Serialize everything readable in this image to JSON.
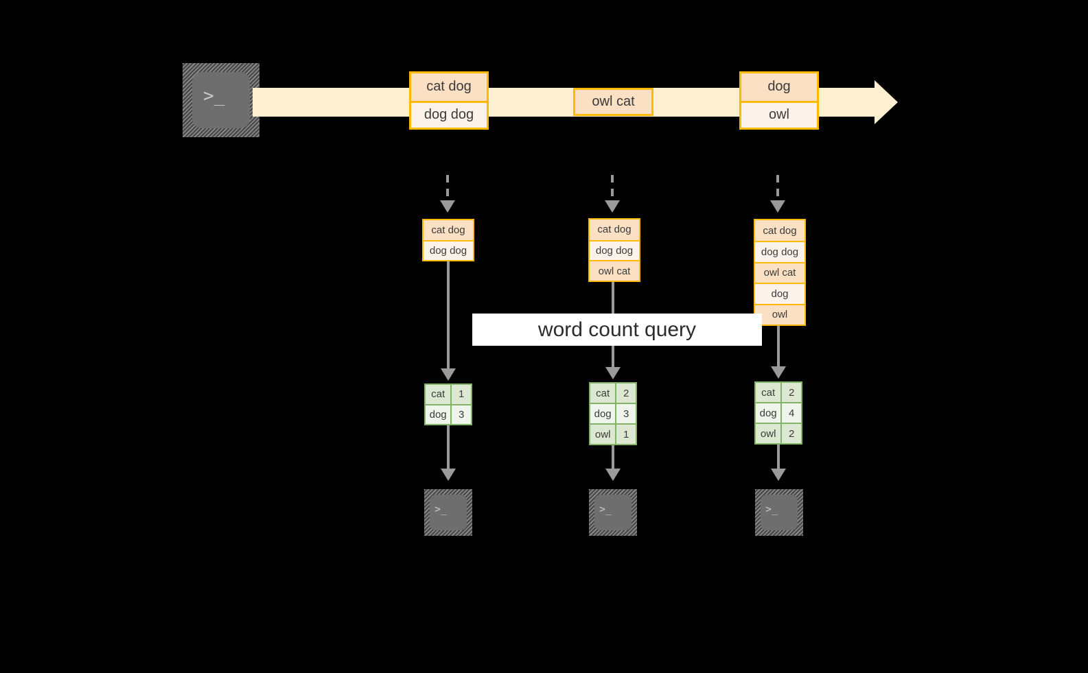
{
  "diagram": {
    "title_label": "word count query",
    "colors": {
      "background": "#000000",
      "stream_band": "#FDEFD0",
      "event_border": "#FFB900",
      "event_fill_dark": "#FBE0C4",
      "event_fill_light": "#FEF3EB",
      "table_border": "#82B366",
      "table_fill_dark": "#DDE8D2",
      "table_fill_light": "#F0F5EC",
      "connector": "#9A9A9A",
      "terminal_body": "#6E6E6E",
      "label_band": "#FFFFFF"
    },
    "source": {
      "icon_name": "terminal-icon",
      "glyph": ">_"
    },
    "stream": {
      "events": [
        {
          "lines": [
            "cat dog",
            "dog dog"
          ]
        },
        {
          "lines": [
            "owl cat"
          ]
        },
        {
          "lines": [
            "dog",
            "owl"
          ]
        }
      ]
    },
    "snapshots": [
      {
        "lines": [
          "cat dog",
          "dog dog"
        ]
      },
      {
        "lines": [
          "cat dog",
          "dog dog",
          "owl cat"
        ]
      },
      {
        "lines": [
          "cat dog",
          "dog dog",
          "owl cat",
          "dog",
          "owl"
        ]
      }
    ],
    "results": [
      {
        "rows": [
          {
            "word": "cat",
            "count": "1"
          },
          {
            "word": "dog",
            "count": "3"
          }
        ]
      },
      {
        "rows": [
          {
            "word": "cat",
            "count": "2"
          },
          {
            "word": "dog",
            "count": "3"
          },
          {
            "word": "owl",
            "count": "1"
          }
        ]
      },
      {
        "rows": [
          {
            "word": "cat",
            "count": "2"
          },
          {
            "word": "dog",
            "count": "4"
          },
          {
            "word": "owl",
            "count": "2"
          }
        ]
      }
    ],
    "sinks": [
      {
        "icon_name": "terminal-icon",
        "glyph": ">_"
      },
      {
        "icon_name": "terminal-icon",
        "glyph": ">_"
      },
      {
        "icon_name": "terminal-icon",
        "glyph": ">_"
      }
    ]
  }
}
